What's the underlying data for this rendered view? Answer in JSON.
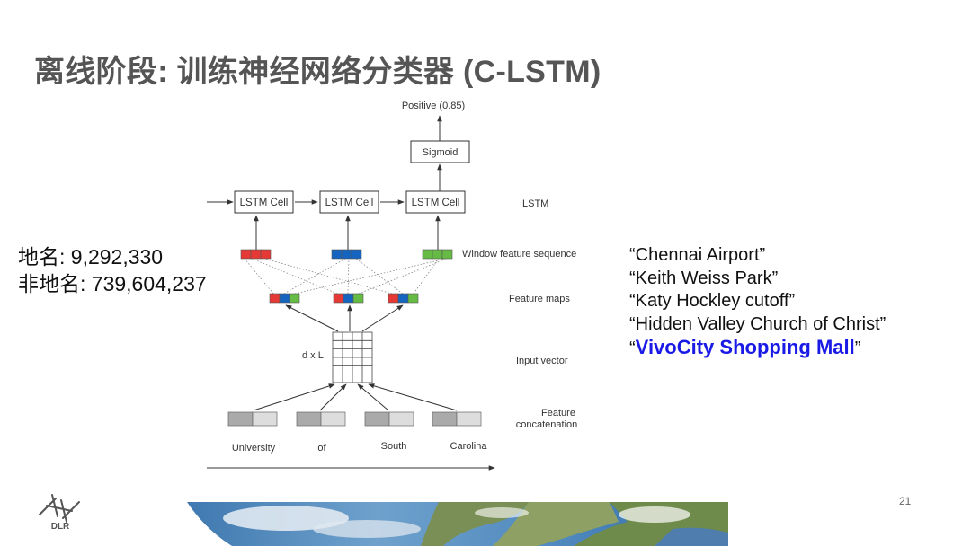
{
  "slide": {
    "title": "离线阶段: 训练神经网络分类器 (C-LSTM)",
    "page_number": "21",
    "logo_text": "DLR"
  },
  "stats": {
    "toponym": "地名: 9,292,330",
    "non_toponym": "非地名: 739,604,237"
  },
  "examples": {
    "items": [
      "“Chennai  Airport”",
      "“Keith Weiss Park”",
      "“Katy Hockley cutoff”",
      "“Hidden Valley Church of Christ”"
    ],
    "highlight_open": "“",
    "highlight": "VivoCity Shopping Mall",
    "highlight_close": "”",
    "highlight_color": "#1a1ae6"
  },
  "diagram": {
    "output_label": "Positive (0.85)",
    "sigmoid_label": "Sigmoid",
    "lstm_cell_label": "LSTM Cell",
    "layer_labels": {
      "lstm": "LSTM",
      "window_feature_sequence": "Window feature sequence",
      "feature_maps": "Feature maps",
      "input_vector": "Input vector",
      "feature_concat_line1": "Feature",
      "feature_concat_line2": "concatenation"
    },
    "matrix_label": "d x L",
    "words": [
      "University",
      "of",
      "South",
      "Carolina"
    ],
    "colors": {
      "red": "#e53935",
      "blue": "#1565c0",
      "green": "#66bb44",
      "concat_dark": "#aaaaaa",
      "concat_light": "#dddddd"
    }
  }
}
